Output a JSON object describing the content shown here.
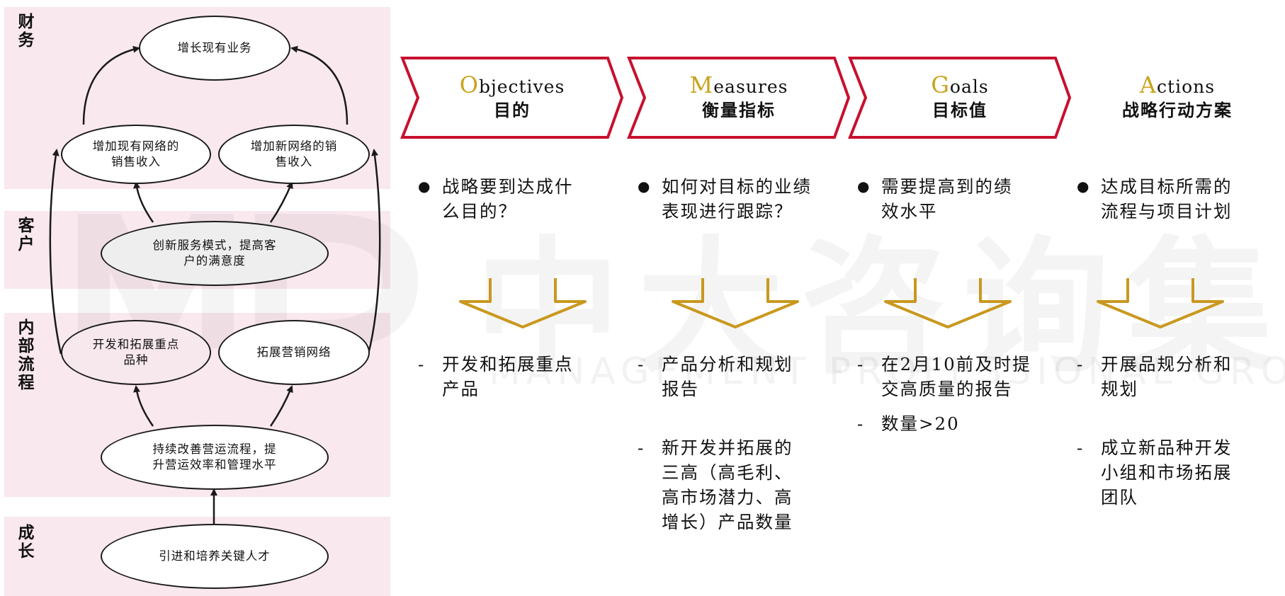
{
  "bands": [
    {
      "label": [
        "财",
        "务"
      ]
    },
    {
      "label": [
        "客",
        "户"
      ]
    },
    {
      "label": [
        "内",
        "部",
        "流",
        "程"
      ]
    },
    {
      "label": [
        "成",
        "长"
      ]
    }
  ],
  "nodes": {
    "grow": [
      "增长现有业务"
    ],
    "existing": [
      "增加现有网络的",
      "销售收入"
    ],
    "newnet": [
      "增加新网络的销",
      "售收入"
    ],
    "service": [
      "创新服务模式，提高客",
      "户的满意度"
    ],
    "develop": [
      "开发和拓展重点",
      "品种"
    ],
    "expand": [
      "拓展营销网络"
    ],
    "improve": [
      "持续改善营运流程，提",
      "升营运效率和管理水平"
    ],
    "talent": [
      "引进和培养关键人才"
    ]
  },
  "watermark": {
    "main": "中大咨询集团",
    "sub": "MANAGEMENT PROFESSIONAL GROUP",
    "logo": "MD"
  },
  "columns": [
    {
      "initial": "O",
      "rest": "bjectives",
      "zh": "目的",
      "question": [
        "战略要到达成什",
        "么目的？"
      ],
      "items": [
        [
          "开发和拓展重点",
          "产品"
        ]
      ]
    },
    {
      "initial": "M",
      "rest": "easures",
      "zh": "衡量指标",
      "question": [
        "如何对目标的业绩",
        "表现进行跟踪？"
      ],
      "items": [
        [
          "产品分析和规划",
          "报告"
        ],
        [
          "新开发并拓展的",
          "三高（高毛利、",
          "高市场潜力、高",
          "增长）产品数量"
        ]
      ]
    },
    {
      "initial": "G",
      "rest": "oals",
      "zh": "目标值",
      "question": [
        "需要提高到的绩",
        "效水平"
      ],
      "items": [
        [
          "在2月10前及时提",
          "交高质量的报告"
        ],
        [
          "数量>20"
        ]
      ]
    },
    {
      "initial": "A",
      "rest": "ctions",
      "zh": "战略行动方案",
      "question": [
        "达成目标所需的",
        "流程与项目计划"
      ],
      "items": [
        [
          "开展品规分析和",
          "规划"
        ],
        [
          "成立新品种开发",
          "小组和市场拓展",
          "团队"
        ]
      ]
    }
  ],
  "colors": {
    "band": "#f9e8ee",
    "banner_border": "#c8102e",
    "accent_gold": "#c9a21a",
    "arrow_gold": "#c9981e"
  }
}
